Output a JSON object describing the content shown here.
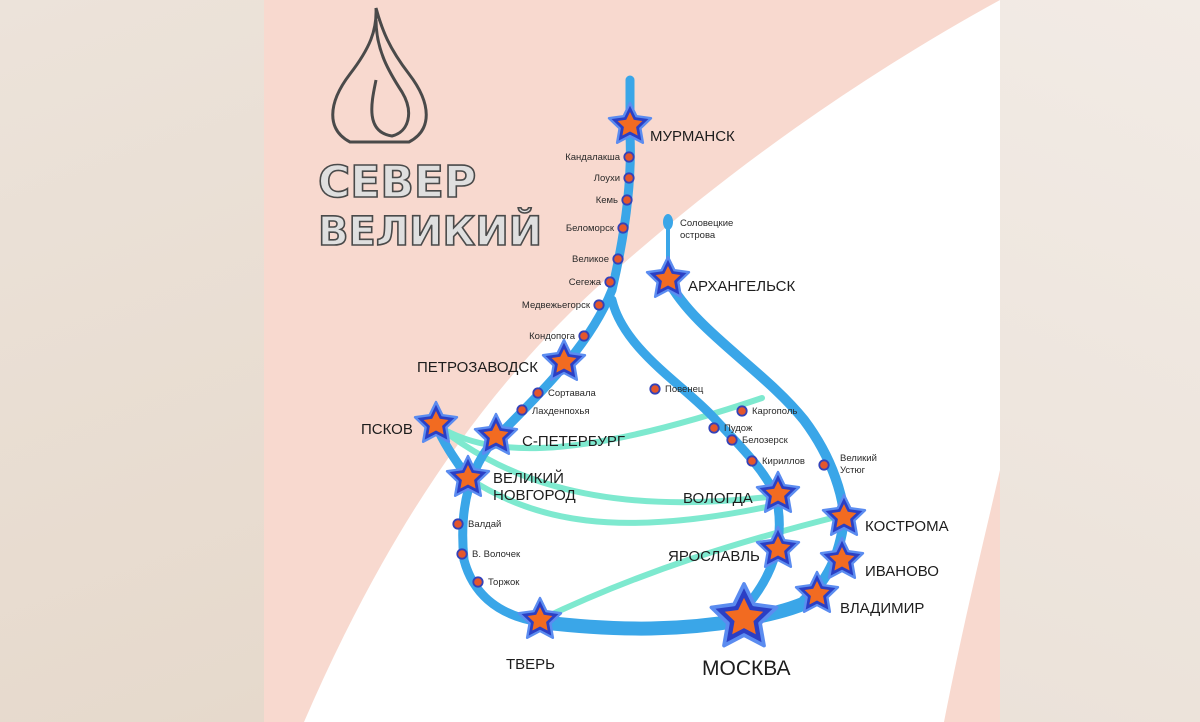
{
  "logo": {
    "line1": "СЕВЕР",
    "line2": "ВЕЛИКИЙ"
  },
  "colors": {
    "main_route": "#3aa6e8",
    "branch_route": "#7ee9cf",
    "star_fill": "#f26b21",
    "star_outer": "#2b3fc4",
    "stop_fill": "#e4562c",
    "stop_ring": "#3442b8"
  },
  "cities": {
    "murmansk": "МУРМАНСК",
    "arkhangelsk": "АРХАНГЕЛЬСК",
    "petrozavodsk": "ПЕТРОЗАВОДСК",
    "pskov": "ПСКОВ",
    "spb": "С-ПЕТЕРБУРГ",
    "novgorod_1": "ВЕЛИКИЙ",
    "novgorod_2": "НОВГОРОД",
    "vologda": "ВОЛОГДА",
    "yaroslavl": "ЯРОСЛАВЛЬ",
    "kostroma": "КОСТРОМА",
    "ivanovo": "ИВАНОВО",
    "vladimir": "ВЛАДИМИР",
    "tver": "ТВЕРЬ",
    "moscow": "МОСКВА"
  },
  "towns": {
    "kandalaksha": "Кандалакша",
    "loukhi": "Лоухи",
    "kem": "Кемь",
    "belomorsk": "Беломорск",
    "velikoe": "Великое",
    "segezha": "Сегежа",
    "medvezhyegorsk": "Медвежьегорск",
    "kondopoga": "Кондопога",
    "sortavala": "Сортавала",
    "lakhdenpokhya": "Лахденпохья",
    "povenets": "Повенец",
    "kargopol": "Каргополь",
    "pudozh": "Пудож",
    "belozersk": "Белозерск",
    "kirillov": "Кириллов",
    "veliky_ustyug_1": "Великий",
    "veliky_ustyug_2": "Устюг",
    "valdai": "Валдай",
    "v_volochek": "В. Волочек",
    "torzhok": "Торжок",
    "solovki_1": "Соловецкие",
    "solovki_2": "острова"
  }
}
